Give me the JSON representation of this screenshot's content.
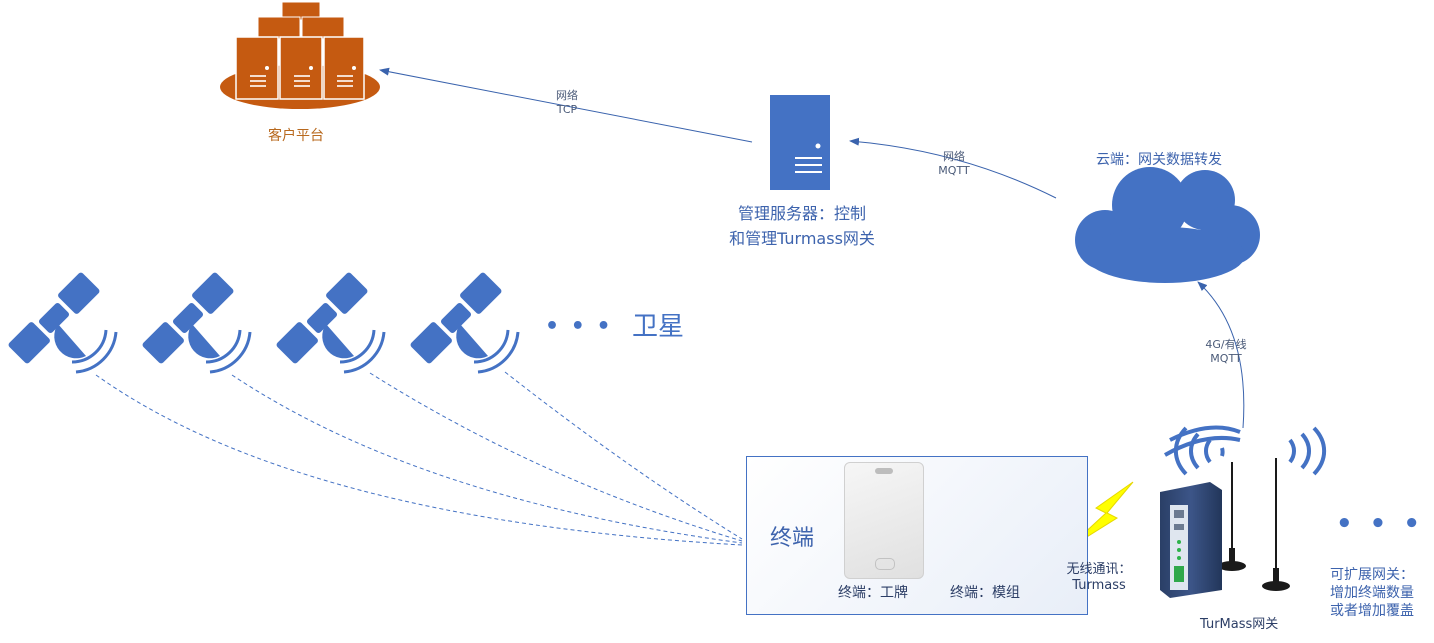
{
  "nodes": {
    "customer_platform": {
      "label": "客户平台"
    },
    "management_server": {
      "label_line1": "管理服务器：控制",
      "label_line2": "和管理Turmass网关"
    },
    "cloud": {
      "label": "云端：网关数据转发"
    },
    "satellites": {
      "label": "卫星",
      "ellipsis": "• • •"
    },
    "terminal": {
      "title": "终端",
      "badge_label": "终端：工牌",
      "module_label": "终端：模组"
    },
    "gateway": {
      "label": "TurMass网关"
    },
    "expand": {
      "ellipsis": "• • •",
      "label_line1": "可扩展网关：",
      "label_line2": "增加终端数量",
      "label_line3": "或者增加覆盖"
    }
  },
  "links": {
    "server_to_platform": {
      "line1": "网络",
      "line2": "TCP"
    },
    "cloud_to_server": {
      "line1": "网络",
      "line2": "MQTT"
    },
    "gateway_to_cloud": {
      "line1": "4G/有线",
      "line2": "MQTT"
    },
    "terminal_to_gateway": {
      "line1": "无线通讯：",
      "line2": "Turmass"
    }
  },
  "colors": {
    "accent_blue": "#4472c4",
    "platform_orange": "#c55a11",
    "platform_text": "#b8691e",
    "lightning": "#ffff00",
    "line_blue": "#3a63ad"
  }
}
